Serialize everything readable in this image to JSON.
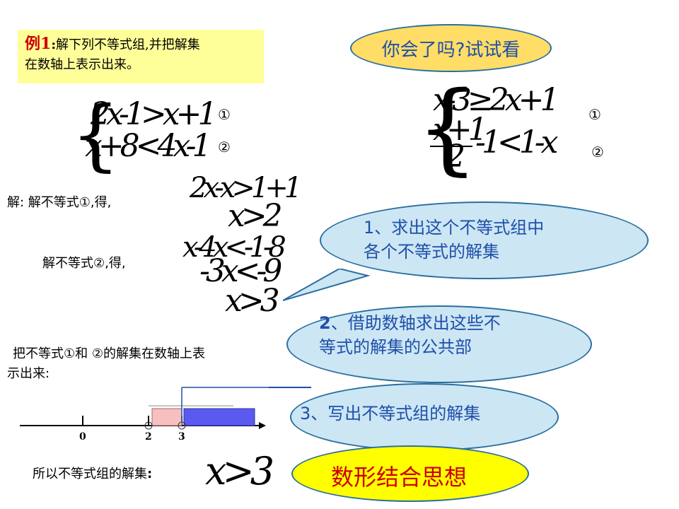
{
  "example": {
    "label": "例1",
    "colon": ":",
    "text_line1": "解下列不等式组,并把解集",
    "text_line2": "在数轴上表示出来。"
  },
  "top_bubble": {
    "text": "你会了吗?试试看"
  },
  "system1": {
    "eq1": "2x-1>x+1",
    "eq2": "x+8<4x-1",
    "mark1": "①",
    "mark2": "②"
  },
  "system2": {
    "eq1": "x-3≥2x+1",
    "eq2_left": "x+1",
    "eq2_den": "2",
    "eq2_right": "-1<1-x",
    "mark1": "①",
    "mark2": "②"
  },
  "solution": {
    "line1_label": "解: 解不等式①,得,",
    "step1a": "2x-x>1+1",
    "step1b": "x>2",
    "line2_label": "解不等式②,得,",
    "step2a": "x-4x<-1-8",
    "step2b": "-3x<-9",
    "step2c": "x>3"
  },
  "numberline": {
    "label_line1": "把不等式①和 ②的解集在数轴上表",
    "label_line2": "示出来:",
    "ticks": [
      "0",
      "2",
      "3"
    ]
  },
  "conclusion": {
    "label": "所以不等式组的解集",
    "colon": ":",
    "answer": "x>3"
  },
  "callouts": {
    "c1_line1": "1、求出这个不等式组中",
    "c1_line2": "各个不等式的解集",
    "c2_num": "2",
    "c2_line1": "、借助数轴求出这些不",
    "c2_line2": "等式的解集的公共部",
    "c3": "3、写出不等式组的解集",
    "c4": "数形结合思想"
  },
  "colors": {
    "example_bg": "#ffff99",
    "bubble_yellow": "#ffdd66",
    "callout_blue": "#cce6f4",
    "callout_text": "#1f4fa8",
    "accent_red": "#cc0000",
    "final_yellow": "#ffff00",
    "pink_fill": "#f6c0c0",
    "blue_fill": "#5a5af0"
  }
}
